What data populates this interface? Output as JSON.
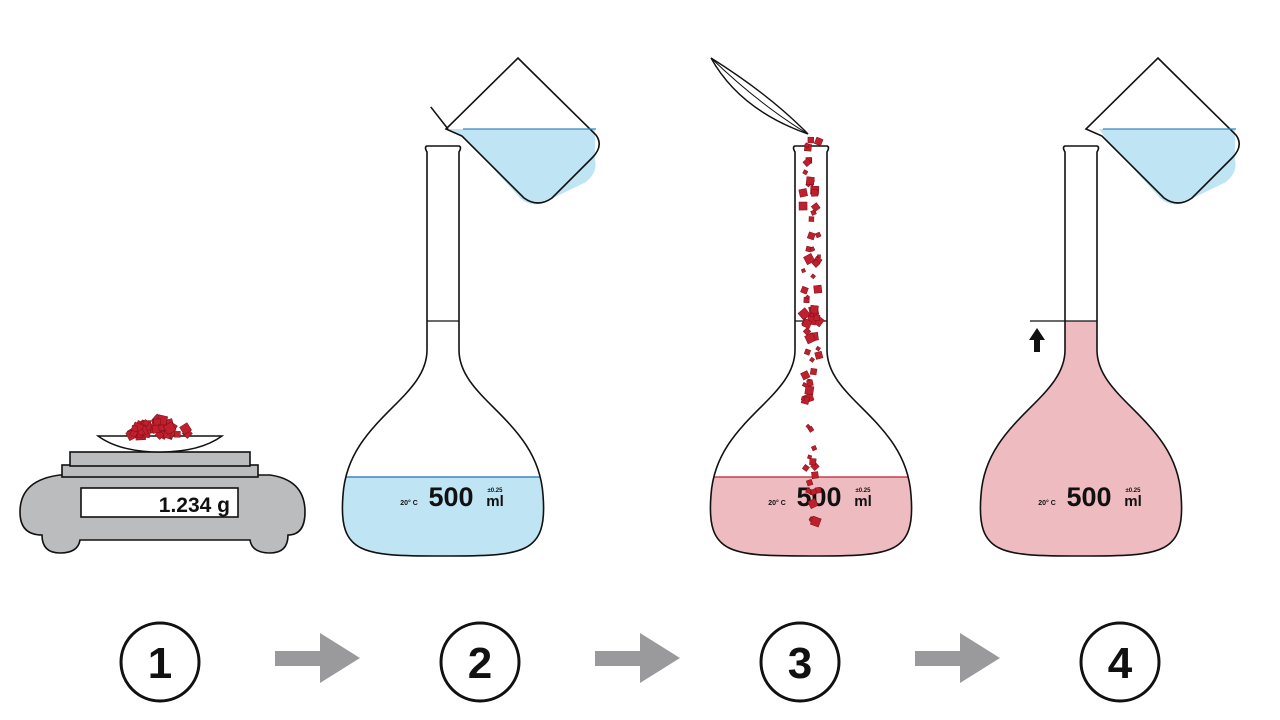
{
  "colors": {
    "water": "#bfe4f4",
    "solution": "#eebcc0",
    "crystal": "#c0202e",
    "scale": "#bbbcbe",
    "arrow": "#9a9a9c",
    "ink": "#111111"
  },
  "scale": {
    "readout": "1.234 g"
  },
  "flask": {
    "volume": "500",
    "unit": "ml",
    "tolerance": "±0.25",
    "temperature": "20° C"
  },
  "steps": [
    {
      "number": "1"
    },
    {
      "number": "2"
    },
    {
      "number": "3"
    },
    {
      "number": "4"
    }
  ],
  "icons": [
    "balance-scale-icon",
    "volumetric-flask-icon",
    "beaker-icon",
    "spatula-icon",
    "up-arrow-icon",
    "right-arrow-icon"
  ]
}
